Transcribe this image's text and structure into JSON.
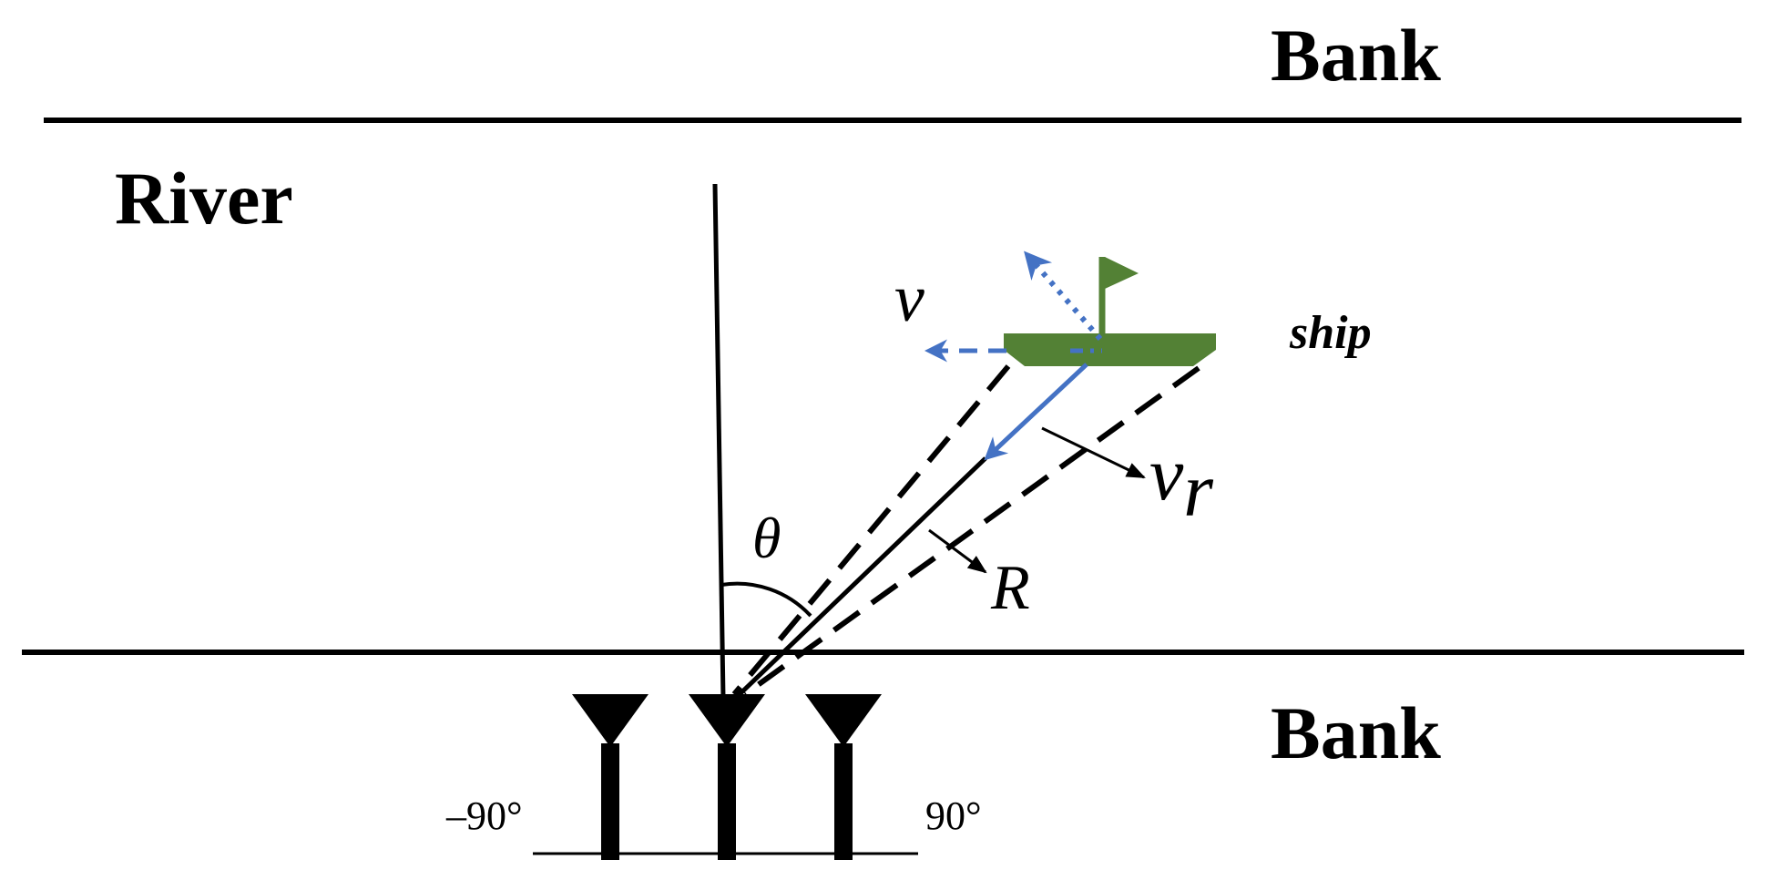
{
  "labels": {
    "bank_top": "Bank",
    "bank_bottom": "Bank",
    "river": "River",
    "ship": "ship",
    "v": "v",
    "v_r": "v",
    "v_r_sub": "r",
    "R": "R",
    "theta": "θ",
    "angle_left": "–90°",
    "angle_right": "90°"
  },
  "colors": {
    "line": "#000000",
    "ship": "#538135",
    "vector": "#4472C4",
    "background": "#ffffff"
  },
  "icons": {
    "ship": "ship-icon",
    "antenna": "antenna-icon"
  }
}
